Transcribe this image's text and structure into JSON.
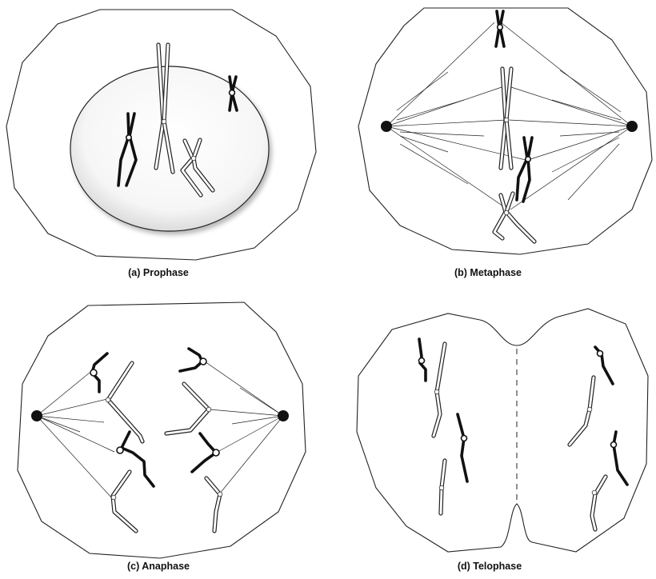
{
  "panels": [
    {
      "id": "a",
      "caption": "(a) Prophase"
    },
    {
      "id": "b",
      "caption": "(b) Metaphase"
    },
    {
      "id": "c",
      "caption": "(c) Anaphase"
    },
    {
      "id": "d",
      "caption": "(d) Telophase"
    }
  ],
  "colors": {
    "dark_chromosome": "#111111",
    "light_chromosome": "#ffffff",
    "outline": "#222222",
    "background": "#ffffff"
  }
}
